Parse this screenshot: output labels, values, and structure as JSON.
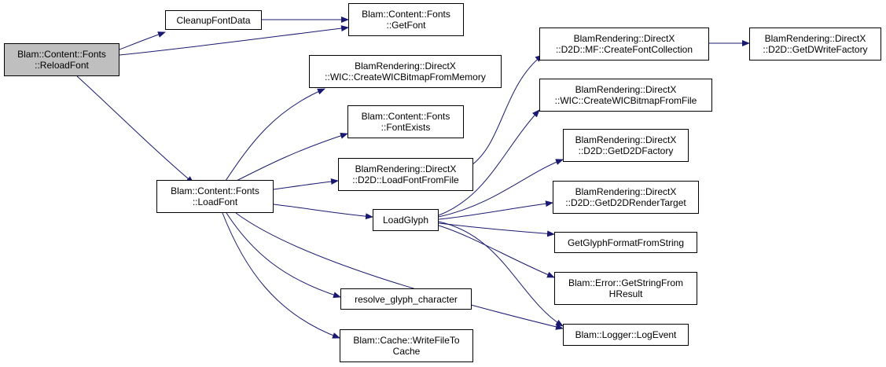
{
  "colors": {
    "edge": "#191970",
    "node_border": "#000000",
    "root_fill": "#bfbfbf",
    "node_fill": "#ffffff"
  },
  "nodes": {
    "reload_font": [
      "Blam::Content::Fonts",
      "::ReloadFont"
    ],
    "cleanup_font_data": [
      "CleanupFontData"
    ],
    "get_font": [
      "Blam::Content::Fonts",
      "::GetFont"
    ],
    "load_font": [
      "Blam::Content::Fonts",
      "::LoadFont"
    ],
    "create_wic_bitmap_from_memory": [
      "BlamRendering::DirectX",
      "::WIC::CreateWICBitmapFromMemory"
    ],
    "font_exists": [
      "Blam::Content::Fonts",
      "::FontExists"
    ],
    "load_font_from_file": [
      "BlamRendering::DirectX",
      "::D2D::LoadFontFromFile"
    ],
    "load_glyph": [
      "LoadGlyph"
    ],
    "resolve_glyph_character": [
      "resolve_glyph_character"
    ],
    "write_file_to_cache": [
      "Blam::Cache::WriteFileTo",
      "Cache"
    ],
    "create_font_collection": [
      "BlamRendering::DirectX",
      "::D2D::MF::CreateFontCollection"
    ],
    "get_dwrite_factory": [
      "BlamRendering::DirectX",
      "::D2D::GetDWriteFactory"
    ],
    "create_wic_bitmap_from_file": [
      "BlamRendering::DirectX",
      "::WIC::CreateWICBitmapFromFile"
    ],
    "get_d2d_factory": [
      "BlamRendering::DirectX",
      "::D2D::GetD2DFactory"
    ],
    "get_d2d_render_target": [
      "BlamRendering::DirectX",
      "::D2D::GetD2DRenderTarget"
    ],
    "get_glyph_format_from_string": [
      "GetGlyphFormatFromString"
    ],
    "get_string_from_hresult": [
      "Blam::Error::GetStringFrom",
      "HResult"
    ],
    "log_event": [
      "Blam::Logger::LogEvent"
    ]
  },
  "edges": [
    [
      "reload_font",
      "cleanup_font_data"
    ],
    [
      "reload_font",
      "get_font"
    ],
    [
      "reload_font",
      "load_font"
    ],
    [
      "cleanup_font_data",
      "get_font"
    ],
    [
      "load_font",
      "create_wic_bitmap_from_memory"
    ],
    [
      "load_font",
      "font_exists"
    ],
    [
      "load_font",
      "load_font_from_file"
    ],
    [
      "load_font",
      "load_glyph"
    ],
    [
      "load_font",
      "resolve_glyph_character"
    ],
    [
      "load_font",
      "write_file_to_cache"
    ],
    [
      "load_font",
      "log_event"
    ],
    [
      "load_font_from_file",
      "create_font_collection"
    ],
    [
      "create_font_collection",
      "get_dwrite_factory"
    ],
    [
      "load_glyph",
      "create_wic_bitmap_from_file"
    ],
    [
      "load_glyph",
      "get_d2d_factory"
    ],
    [
      "load_glyph",
      "get_d2d_render_target"
    ],
    [
      "load_glyph",
      "get_glyph_format_from_string"
    ],
    [
      "load_glyph",
      "get_string_from_hresult"
    ],
    [
      "load_glyph",
      "log_event"
    ]
  ]
}
